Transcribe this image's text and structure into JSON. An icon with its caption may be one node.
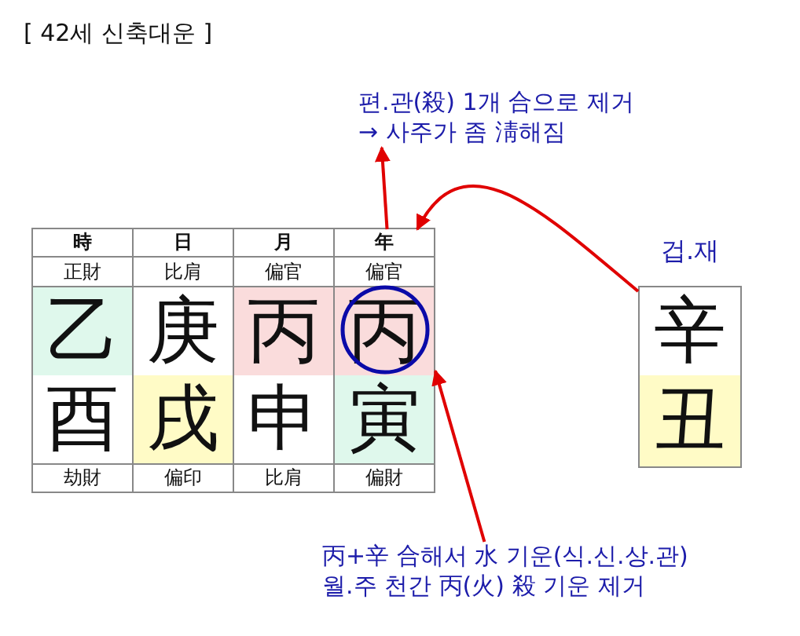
{
  "diagram": {
    "title": "[ 42세 신축대운 ]",
    "nodes": [
      {
        "text": [
          "편.관(殺) 1개 合으로 제거 → 사주가 좀 淸해짐"
        ]
      },
      {
        "text": [],
        "shape": "box"
      },
      {
        "text": [
          "時"
        ],
        "in": 1
      },
      {
        "text": [
          "日"
        ],
        "in": 1
      },
      {
        "text": [
          "月"
        ],
        "in": 1
      },
      {
        "text": [
          "年"
        ],
        "in": 1
      },
      {
        "text": [
          "正財"
        ],
        "in": 1
      },
      {
        "text": [
          "比肩"
        ],
        "in": 1
      },
      {
        "text": [
          "偏官"
        ],
        "in": 1
      },
      {
        "text": [
          "偏官"
        ],
        "in": 1
      },
      {
        "text": [
          "乙"
        ],
        "in": 1
      },
      {
        "text": [
          "庚"
        ],
        "in": 1
      },
      {
        "text": [
          "丙"
        ],
        "in": 1
      },
      {
        "text": [
          "丙"
        ],
        "in": 1
      },
      {
        "text": [
          "酉"
        ],
        "in": 1
      },
      {
        "text": [
          "戌"
        ],
        "in": 1
      },
      {
        "text": [
          "申"
        ],
        "in": 1
      },
      {
        "text": [
          "寅"
        ],
        "in": 1
      },
      {
        "text": [
          "劫財"
        ],
        "in": 1
      },
      {
        "text": [
          "偏印"
        ],
        "in": 1
      },
      {
        "text": [
          "比肩"
        ],
        "in": 1
      },
      {
        "text": [
          "偏財"
        ],
        "in": 1
      },
      {
        "text": [
          "겁.재",
          "辛",
          "丑"
        ]
      },
      {
        "text": [
          "丙+辛 合해서 水 기운(식.신.상.관) 월.주 천간 丙(火) 殺 기운 제거"
        ]
      }
    ],
    "edges": [
      {
        "from": 22,
        "to": 5,
        "arrow": "to",
        "color": "#e00000"
      },
      {
        "from": 5,
        "to": 0,
        "arrow": "to",
        "color": "#e00000"
      },
      {
        "from": 23,
        "to": 13,
        "arrow": "to",
        "color": "#e00000"
      }
    ]
  }
}
